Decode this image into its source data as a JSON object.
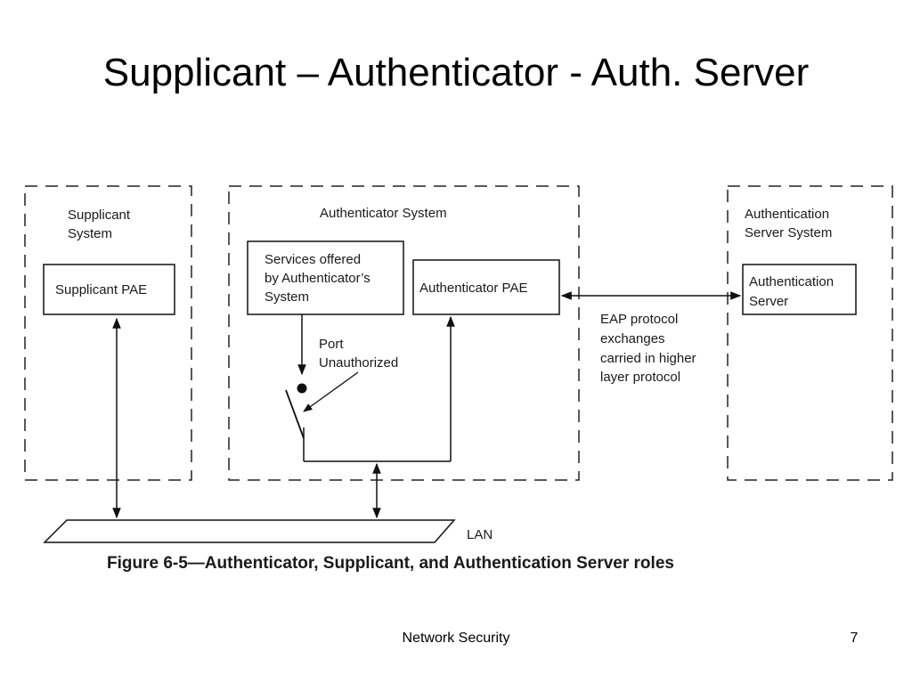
{
  "slide": {
    "title": "Supplicant – Authenticator - Auth. Server",
    "footer": "Network Security",
    "page_number": "7"
  },
  "diagram": {
    "supplicant_system": {
      "line1": "Supplicant",
      "line2": "System"
    },
    "supplicant_pae": "Supplicant PAE",
    "authenticator_system": "Authenticator System",
    "services": {
      "line1": "Services offered",
      "line2": "by Authenticator’s",
      "line3": "System"
    },
    "authenticator_pae": "Authenticator PAE",
    "port": {
      "line1": "Port",
      "line2": "Unauthorized"
    },
    "auth_server_system": {
      "line1": "Authentication",
      "line2": "Server System"
    },
    "auth_server": {
      "line1": "Authentication",
      "line2": "Server"
    },
    "eap": {
      "line1": "EAP protocol",
      "line2": "exchanges",
      "line3": "carried in higher",
      "line4": "layer protocol"
    },
    "lan": "LAN",
    "caption": "Figure 6-5—Authenticator, Supplicant, and Authentication Server roles"
  }
}
